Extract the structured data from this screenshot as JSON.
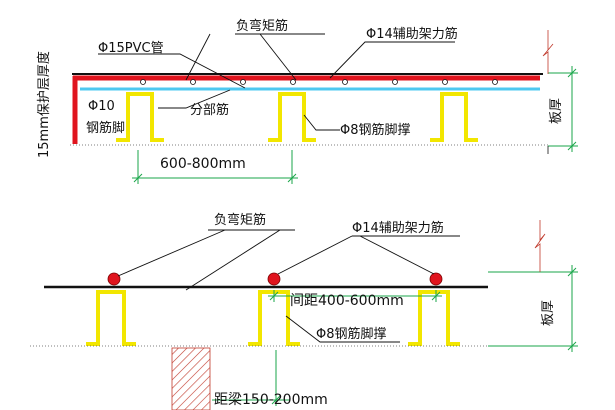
{
  "top": {
    "pvc_label": "Φ15PVC管",
    "neg_rebar_label": "负弯矩筋",
    "aux_rebar_label": "Φ14辅助架力筋",
    "cover_label": "15mm保护层厚度",
    "foot_label_line1": "Φ10",
    "foot_label_line2": "钢筋脚",
    "dist_label": "分部筋",
    "support_label": "Φ8钢筋脚撑",
    "span_label": "600-800mm",
    "thickness_label": "板厚"
  },
  "bottom": {
    "neg_rebar_label": "负弯矩筋",
    "aux_rebar_label": "Φ14辅助架力筋",
    "spacing_label": "间距400-600mm",
    "support_label": "Φ8钢筋脚撑",
    "beam_label": "距梁150-200mm",
    "thickness_label": "板厚"
  },
  "colors": {
    "rebar_red": "#e0141e",
    "chair_yellow": "#f2e600",
    "pvc_cyan": "#4ec8f0",
    "dim_green": "#1aa64a",
    "hatch_red": "#c0392b"
  }
}
